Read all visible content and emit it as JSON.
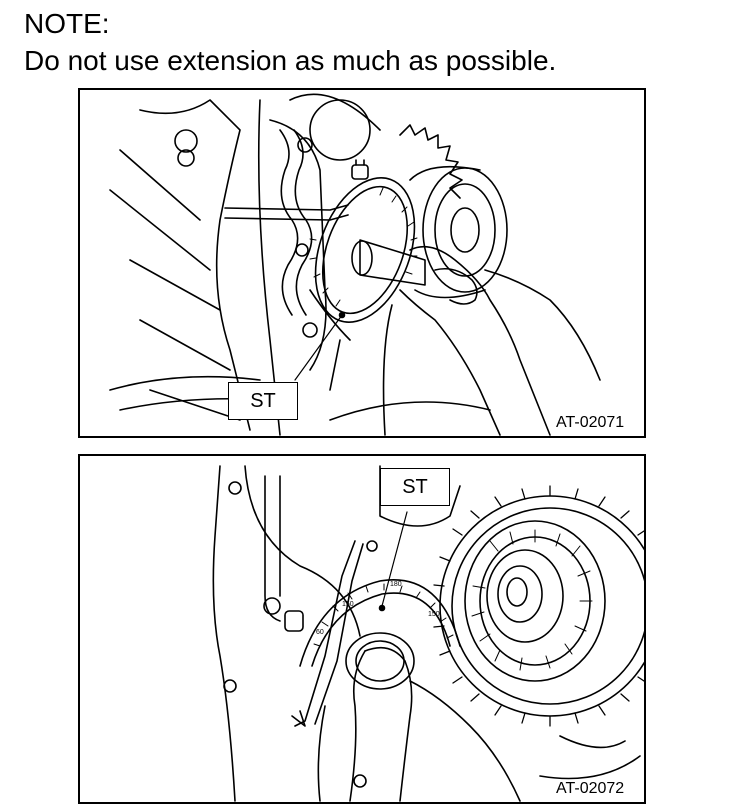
{
  "note": {
    "title": "NOTE:",
    "text": "Do not use extension as much as possible."
  },
  "figures": [
    {
      "label": "ST",
      "code": "AT-02071"
    },
    {
      "label": "ST",
      "code": "AT-02072"
    }
  ]
}
